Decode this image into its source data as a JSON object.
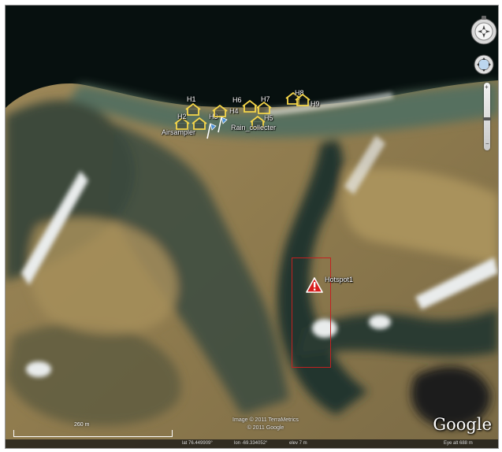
{
  "markers": [
    {
      "id": "h1",
      "label": "H1",
      "kind": "house"
    },
    {
      "id": "h2",
      "label": "H2",
      "kind": "house"
    },
    {
      "id": "h3",
      "label": "H3",
      "kind": "house"
    },
    {
      "id": "h4",
      "label": "H4",
      "kind": "house"
    },
    {
      "id": "h5",
      "label": "H5",
      "kind": "house"
    },
    {
      "id": "h6",
      "label": "H6",
      "kind": "house"
    },
    {
      "id": "h7",
      "label": "H7",
      "kind": "house"
    },
    {
      "id": "h8",
      "label": "H8",
      "kind": "house"
    },
    {
      "id": "h9",
      "label": "H9",
      "kind": "house"
    },
    {
      "id": "airsampler",
      "label": "Airsampler",
      "kind": "flag"
    },
    {
      "id": "rain",
      "label": "Rain_collecter",
      "kind": "flag"
    },
    {
      "id": "hotspot",
      "label": "Hotspot1",
      "kind": "warning"
    }
  ],
  "scale_label": "260 m",
  "imagery_credit": "Image © 2011 TerraMetrics",
  "copyright": "© 2011 Google",
  "logo": "Google",
  "status": {
    "lat": "lat  76.449909°",
    "lon": "lon  -69.334052°",
    "elev": "elev  7 m",
    "eye_alt": "Eye alt  688 m"
  },
  "colors": {
    "house_outline": "#f5d64a",
    "warning_red": "#d81d1d",
    "highlight_box": "#c42020",
    "flag_blue": "#4a8fd6"
  },
  "icons": {
    "house": "house-icon",
    "flag": "flag-icon",
    "warning": "warning-triangle-icon",
    "compass": "compass-icon",
    "look": "look-joystick-icon",
    "zoom": "zoom-slider-icon"
  }
}
